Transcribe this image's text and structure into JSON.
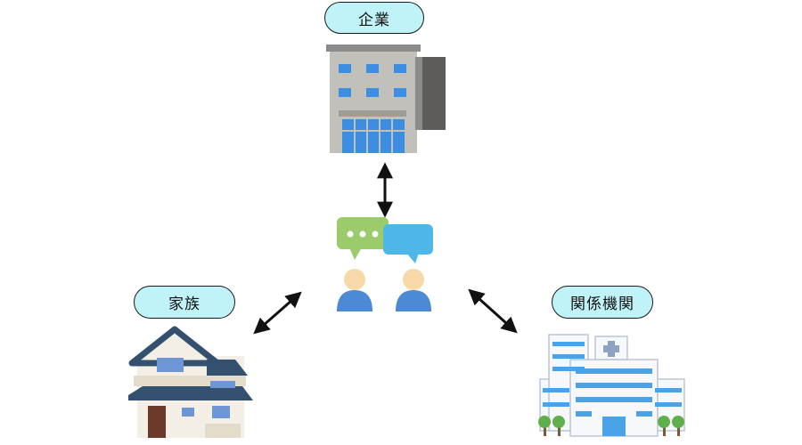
{
  "nodes": {
    "company": {
      "label": "企業"
    },
    "family": {
      "label": "家族"
    },
    "partners": {
      "label": "関係機関"
    }
  },
  "hub": {
    "icons": [
      "speech-bubble-icon",
      "speech-bubble-icon",
      "person-icon",
      "person-icon"
    ]
  },
  "colors": {
    "pill_fill": "#bff3f8",
    "bubble_green": "#9ccb6b",
    "bubble_blue": "#4fb6e8",
    "person_body": "#4d8ad6",
    "person_head": "#f7d9a9",
    "building_gray": "#c2c0ba",
    "window_blue": "#3d8ee0",
    "roof_navy": "#34506f"
  }
}
